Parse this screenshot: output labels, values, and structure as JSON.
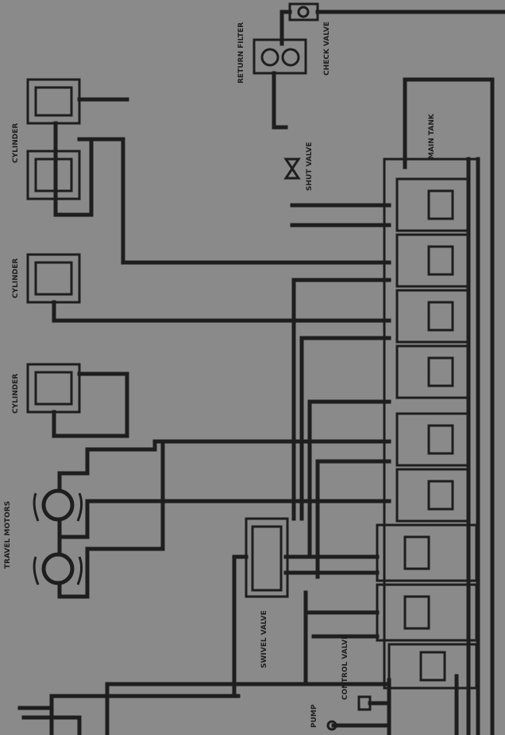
{
  "labels": {
    "check_valve": "CHECK VALVE",
    "main_tank": "MAIN TANK",
    "return_filter": "RETURN FILTER",
    "shut_valve": "SHUT VALVE",
    "cylinder_1": "CYLINDER",
    "cylinder_2": "CYLINDER",
    "cylinder_3": "CYLINDER",
    "travel_motors": "TRAVEL MOTORS",
    "swivel_valve": "SWIVEL VALVE",
    "control_valve": "CONTROL VALVE",
    "pump": "PUMP"
  },
  "colors": {
    "background": "#8a8a8a",
    "line": "#1e1e1e"
  }
}
